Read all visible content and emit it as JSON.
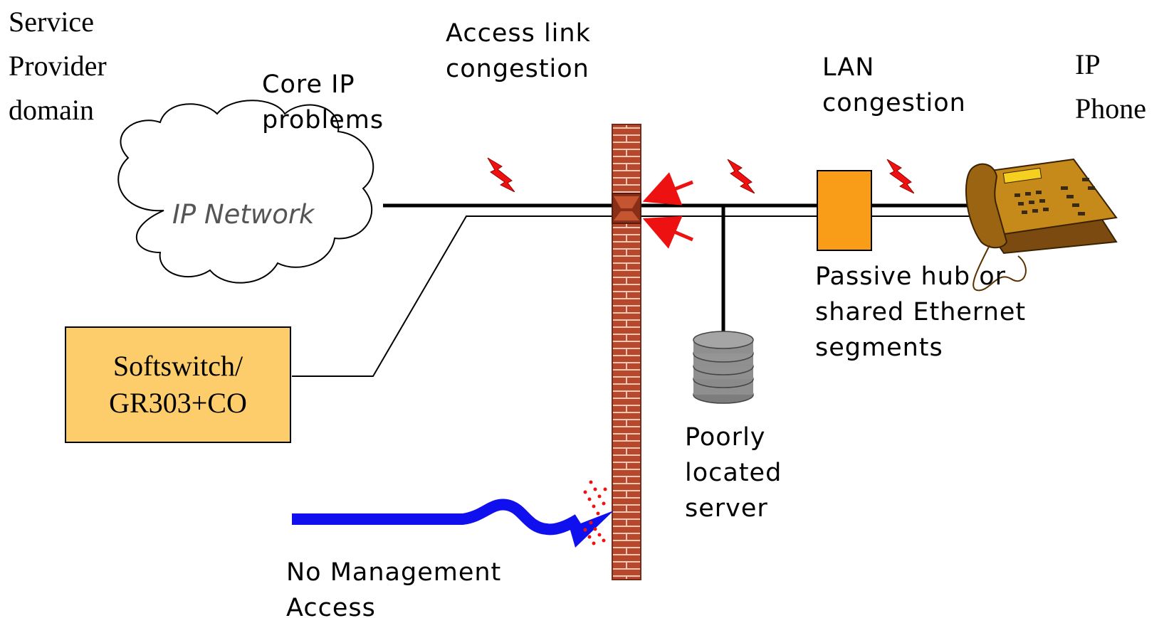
{
  "labels": {
    "service_provider_domain": "Service\nProvider\ndomain",
    "core_ip_problems": "Core IP\n   problems",
    "access_link_congestion": "Access link\ncongestion",
    "lan_congestion": "LAN\ncongestion",
    "ip_phone": "IP\nPhone",
    "ip_network": "IP Network",
    "softswitch": "Softswitch/\nGR303+CO",
    "poorly_located_server": "Poorly\nlocated\nserver",
    "passive_hub": "Passive hub or\nshared Ethernet\nsegments",
    "no_management_access": "No Management\nAccess"
  },
  "colors": {
    "firewall_brick": "#b8482c",
    "firewall_mortar": "#f2c9b8",
    "softswitch_box": "#fccd6a",
    "hub_box": "#f99d19",
    "lightning": "#ee1111",
    "arrow_red": "#ee1111",
    "management_arrow": "#1010ee",
    "server_disk": "#8a8a8a",
    "phone_body": "#c68a1a"
  },
  "icons": {
    "firewall": "brick-wall-icon",
    "lightning": "lightning-bolt-icon",
    "server": "disk-stack-icon",
    "phone": "ip-phone-icon",
    "cloud": "cloud-icon"
  }
}
